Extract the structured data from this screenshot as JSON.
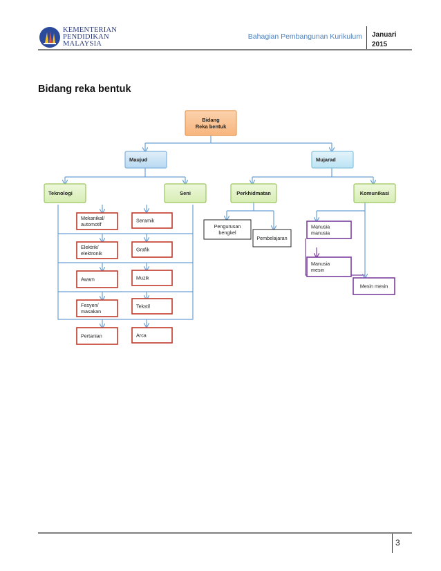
{
  "header": {
    "logo_lines": [
      "KEMENTERIAN",
      "PENDIDIKAN",
      "MALAYSIA"
    ],
    "department": "Bahagian Pembangunan Kurikulum",
    "date_month": "Januari",
    "date_year": "2015"
  },
  "section_title": "Bidang reka bentuk",
  "diagram": {
    "root": "Bidang Reka bentuk",
    "level1": [
      "Maujud",
      "Mujarad"
    ],
    "level2": [
      "Teknologi",
      "Seni",
      "Perkhidmatan",
      "Komunikasi"
    ],
    "teknologi_items": [
      "Mekanikal/ automotif",
      "Elektrik/ elektronik",
      "Awam",
      "Fesyen/ masakan",
      "Pertanian"
    ],
    "seni_items": [
      "Seramik",
      "Grafik",
      "Muzik",
      "Tekstil",
      "Arca"
    ],
    "perkhidmatan_items": [
      "Pengurusan bengkel",
      "Pembelajaran"
    ],
    "komunikasi_items": [
      "Manusia manusia",
      "Manusia mesin",
      "Mesin mesin"
    ]
  },
  "colors": {
    "root_fill": "#f8b57e",
    "maujud_fill": "#b8d9f2",
    "mujarad_fill": "#bce3f4",
    "level2_fill": "#d7edb3",
    "connector": "#6a9fd4",
    "item_red": "#c0392b",
    "item_black": "#222222",
    "item_purple": "#7b3f9e"
  },
  "footer": {
    "page_number": "3"
  }
}
